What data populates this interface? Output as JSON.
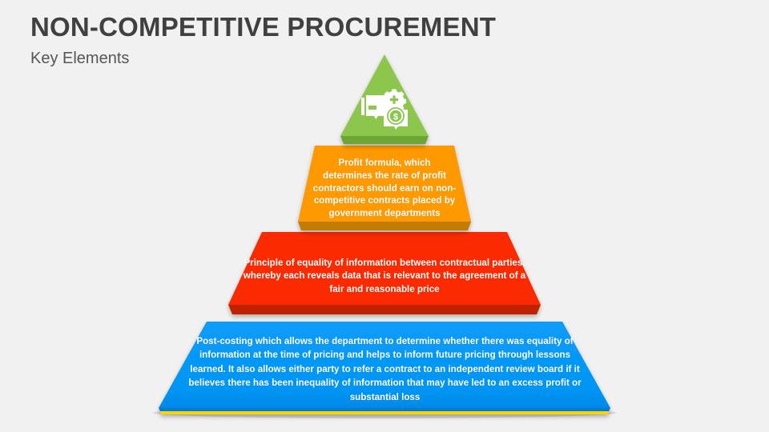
{
  "slide": {
    "title": "NON-COMPETITIVE PROCUREMENT",
    "subtitle": "Key Elements",
    "background_color": "#f1f1f1",
    "title_color": "#404040",
    "subtitle_color": "#565656"
  },
  "diagram": {
    "type": "pyramid",
    "orientation": "apex-top",
    "levels": 4,
    "tiers": [
      {
        "id": "apex",
        "level": 1,
        "label": "",
        "text": "",
        "fill_color": "#8CC64E",
        "shadow_color": "#6DA635",
        "icons": [
          "presentation-board-icon",
          "gear-plus-icon",
          "dollar-coin-card-icon"
        ]
      },
      {
        "id": "profit-formula",
        "level": 2,
        "text": "Profit formula, which determines the rate of profit contractors should earn on non-competitive contracts placed by government departments",
        "fill_color": "#FF9900",
        "shadow_color": "#C27C00",
        "text_color": "#ffffff"
      },
      {
        "id": "equality-of-information",
        "level": 3,
        "text": "Principle of equality of information between contractual parties, whereby each reveals data that is relevant to the agreement of a fair and reasonable price",
        "fill_color": "#FC2A00",
        "shadow_color": "#C02000",
        "text_color": "#ffffff"
      },
      {
        "id": "post-costing",
        "level": 4,
        "text": "Post-costing which allows the department to determine whether there was equality of information at the time of pricing and helps to inform future pricing through lessons learned. It also allows either party to refer a contract to an independent review board if it believes there has been inequality of information that may have led to an excess profit or substantial loss",
        "fill_color": "#0095F4",
        "shadow_color": "#0079D0",
        "accent_color": "#FFD400",
        "text_color": "#ffffff"
      }
    ]
  }
}
